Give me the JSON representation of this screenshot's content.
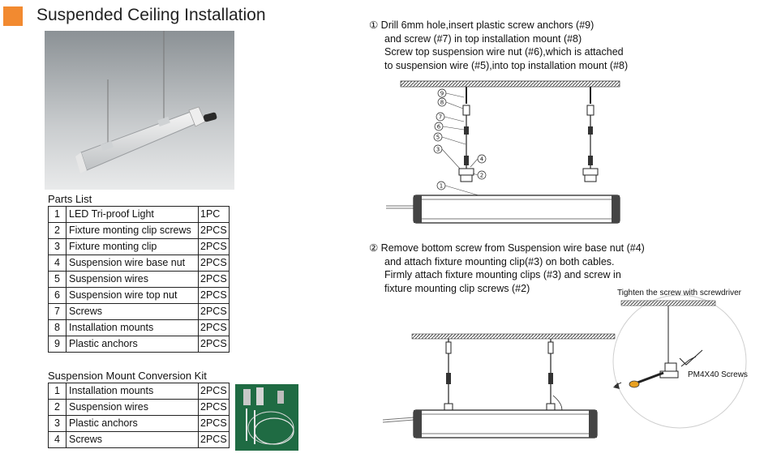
{
  "header": {
    "title": "Suspended Ceiling Installation",
    "accent_color": "#f28a30"
  },
  "parts_list": {
    "title": "Parts List",
    "rows": [
      {
        "no": "1",
        "name": "LED Tri-proof  Light",
        "qty": "1PC"
      },
      {
        "no": "2",
        "name": "Fixture monting clip screws",
        "qty": "2PCS"
      },
      {
        "no": "3",
        "name": "Fixture monting clip",
        "qty": "2PCS"
      },
      {
        "no": "4",
        "name": "Suspension wire base nut",
        "qty": "2PCS"
      },
      {
        "no": "5",
        "name": "Suspension wires",
        "qty": "2PCS"
      },
      {
        "no": "6",
        "name": "Suspension wire top nut",
        "qty": "2PCS"
      },
      {
        "no": "7",
        "name": "Screws",
        "qty": "2PCS"
      },
      {
        "no": "8",
        "name": "Installation mounts",
        "qty": "2PCS"
      },
      {
        "no": "9",
        "name": "Plastic anchors",
        "qty": "2PCS"
      }
    ]
  },
  "conversion_kit": {
    "title": "Suspension Mount Conversion Kit",
    "rows": [
      {
        "no": "1",
        "name": "Installation mounts",
        "qty": "2PCS"
      },
      {
        "no": "2",
        "name": "Suspension wires",
        "qty": "2PCS"
      },
      {
        "no": "3",
        "name": "Plastic anchors",
        "qty": "2PCS"
      },
      {
        "no": "4",
        "name": "Screws",
        "qty": "2PCS"
      }
    ]
  },
  "steps": [
    {
      "lines": [
        "① Drill 6mm hole,insert plastic screw anchors (#9)",
        "and screw (#7) in top installation mount (#8)",
        "Screw top suspension wire nut (#6),which is attached",
        "to suspension wire (#5),into top installation mount (#8)"
      ]
    },
    {
      "lines": [
        "② Remove bottom screw from Suspension wire base nut (#4)",
        "and attach fixture mounting clip(#3) on both cables.",
        "Firmly attach fixture mounting clips (#3) and screw in",
        "fixture mounting clip screws (#2)"
      ]
    }
  ],
  "callouts": [
    "9",
    "8",
    "7",
    "6",
    "5",
    "3",
    "4",
    "2",
    "1"
  ],
  "detail": {
    "tighten_note": "Tighten the screw with screwdriver",
    "screw_label": "PM4X40 Screws"
  }
}
